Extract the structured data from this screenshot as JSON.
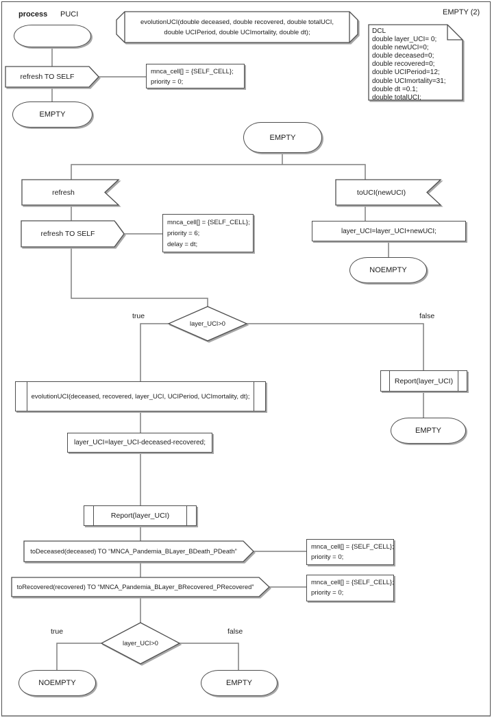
{
  "header": {
    "kind_label": "process",
    "name": "PUCI"
  },
  "top_right_label": "EMPTY (2)",
  "procedure_declaration": {
    "line1": "evolutionUCI(double deceased, double recovered, double totalUCI,",
    "line2": "double UCIPeriod, double UCImortality, double dt);"
  },
  "dcl": {
    "lines": [
      "DCL",
      "double layer_UCI= 0;",
      "double newUCI=0;",
      "double deceased=0;",
      "double recovered=0;",
      "double UCIPeriod=12;",
      "double UCImortality=31;",
      "double dt =0.1;",
      "double totalUCI;"
    ]
  },
  "start_flow": {
    "output_label": "refresh TO SELF",
    "comment": {
      "lines": [
        "mnca_cell[] = {SELF_CELL};",
        "priority = 0;"
      ]
    },
    "state_label": "EMPTY"
  },
  "main_state": {
    "label": "EMPTY"
  },
  "left_branch": {
    "input_label": "refresh",
    "output_label": "refresh TO SELF",
    "comment": {
      "lines": [
        "mnca_cell[] = {SELF_CELL};",
        "priority = 6;",
        "delay = dt;"
      ]
    }
  },
  "right_branch": {
    "input_label": "toUCI(newUCI)",
    "task": "layer_UCI=layer_UCI+newUCI;",
    "state_label": "NOEMPTY"
  },
  "decision1": {
    "condition": "layer_UCI>0",
    "true_label": "true",
    "false_label": "false"
  },
  "false_branch": {
    "call": "Report(layer_UCI)",
    "state_label": "EMPTY"
  },
  "true_branch": {
    "call_evolution": "evolutionUCI(deceased, recovered, layer_UCI, UCIPeriod, UCImortality, dt);",
    "task": "layer_UCI=layer_UCI-deceased-recovered;",
    "call_report": "Report(layer_UCI)",
    "output_deceased": "toDeceased(deceased) TO “MNCA_Pandemia_BLayer_BDeath_PDeath”",
    "comment_deceased": {
      "lines": [
        "mnca_cell[] = {SELF_CELL};",
        "priority = 0;"
      ]
    },
    "output_recovered": "toRecovered(recovered) TO “MNCA_Pandemia_BLayer_BRecovered_PRecovered”",
    "comment_recovered": {
      "lines": [
        "mnca_cell[] = {SELF_CELL};",
        "priority = 0;"
      ]
    }
  },
  "decision2": {
    "condition": "layer_UCI>0",
    "true_label": "true",
    "false_label": "false",
    "true_state_label": "NOEMPTY",
    "false_state_label": "EMPTY"
  },
  "colors": {
    "symbol_stroke": "#4d4d4d",
    "connector": "#7f7f7f",
    "shadow": "#a6a6a6",
    "background": "#ffffff"
  }
}
